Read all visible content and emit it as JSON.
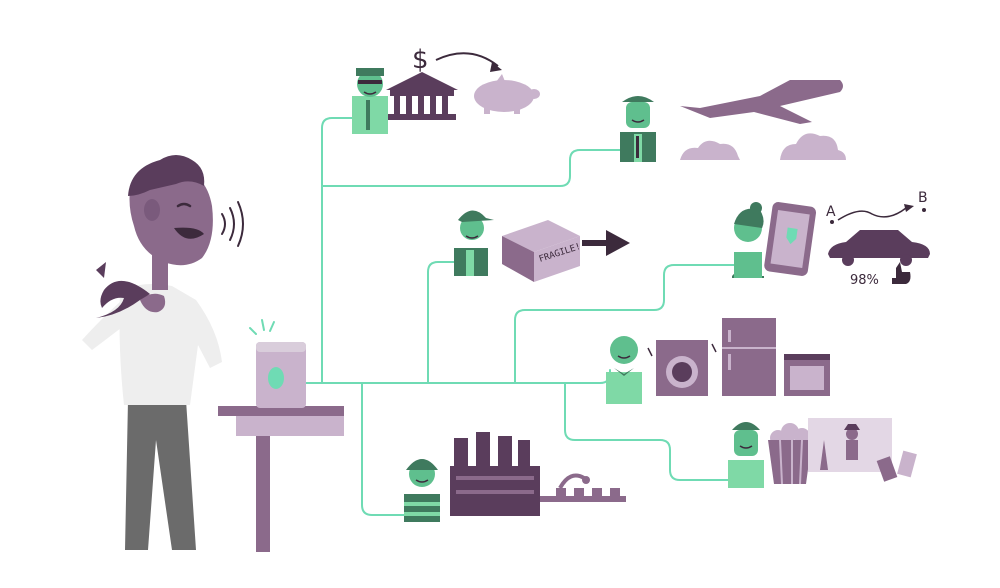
{
  "colors": {
    "purple_dark": "#5a3d5c",
    "purple_mid": "#8b6a8b",
    "purple_light": "#c9b3cc",
    "green_line": "#6fdbb4",
    "green_dark": "#3f7a5e",
    "green_mid": "#5fbf8e",
    "skin_green": "#7fd9a6",
    "shirt_light": "#eeeeee",
    "pants_grey": "#6b6b6b"
  },
  "illustration": {
    "dollar_sign": "$",
    "box_label": "FRAGILE!",
    "map_point_a": "A",
    "map_point_b": "B",
    "rating_text": "98%"
  }
}
